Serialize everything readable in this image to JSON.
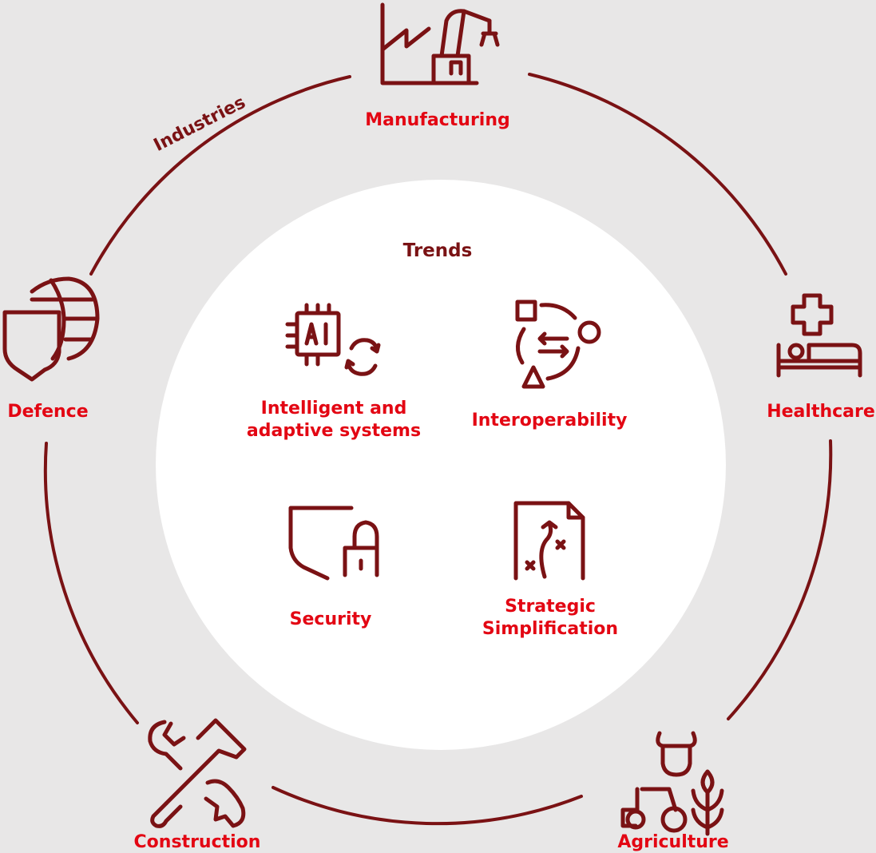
{
  "colors": {
    "accent": "#e30613",
    "line": "#7a1214",
    "background": "#e8e7e7",
    "inner": "#ffffff"
  },
  "industries": {
    "title": "Industries",
    "items": [
      {
        "key": "manufacturing",
        "label": "Manufacturing",
        "icon": "factory-crane-icon"
      },
      {
        "key": "healthcare",
        "label": "Healthcare",
        "icon": "hospital-bed-icon"
      },
      {
        "key": "agriculture",
        "label": "Agriculture",
        "icon": "tractor-cow-wheat-icon"
      },
      {
        "key": "construction",
        "label": "Construction",
        "icon": "wrench-hammer-icon"
      },
      {
        "key": "defence",
        "label": "Defence",
        "icon": "shield-globe-icon"
      }
    ]
  },
  "trends": {
    "title": "Trends",
    "items": [
      {
        "key": "ai",
        "label": "Intelligent and adaptive systems",
        "icon": "ai-chip-cycle-icon"
      },
      {
        "key": "interop",
        "label": "Interoperability",
        "icon": "shapes-exchange-icon"
      },
      {
        "key": "security",
        "label": "Security",
        "icon": "shield-lock-icon"
      },
      {
        "key": "strategic",
        "label": "Strategic Simplification",
        "icon": "strategy-map-icon"
      }
    ]
  }
}
